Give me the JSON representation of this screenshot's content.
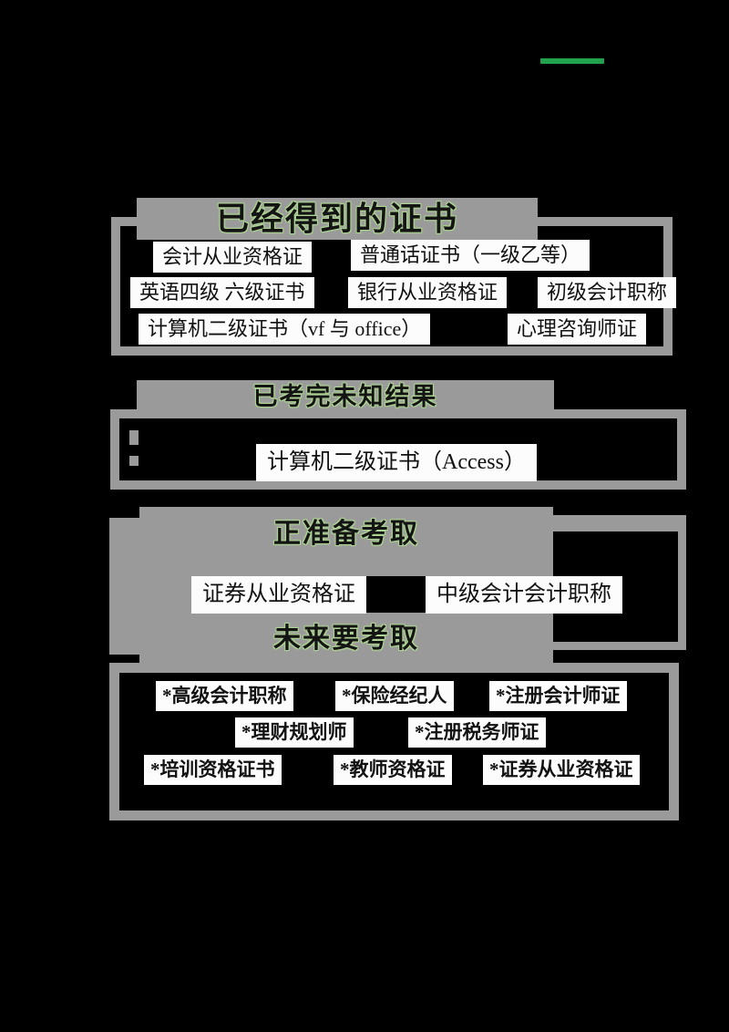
{
  "colors": {
    "background": "#000000",
    "panel_gray": "#9a9a9a",
    "label_background": "#fcfcfc",
    "label_text": "#111111",
    "title_text": "#141414",
    "title_glow": "#aed494",
    "accent_green": "#22a24c"
  },
  "sections": [
    {
      "id": "obtained",
      "title": "已经得到的证书",
      "labels": [
        "会计从业资格证",
        "普通话证书（一级乙等）",
        "英语四级 六级证书",
        "银行从业资格证",
        "初级会计职称",
        "计算机二级证书（vf 与 office）",
        "心理咨询师证"
      ]
    },
    {
      "id": "finished-awaiting-result",
      "title": "已考完未知结果",
      "labels": [
        "计算机二级证书（Access）"
      ]
    },
    {
      "id": "preparing",
      "title": "正准备考取",
      "labels": [
        "证券从业资格证",
        "中级会计会计职称"
      ]
    },
    {
      "id": "future",
      "title": "未来要考取",
      "labels": [
        "*高级会计职称",
        "*保险经纪人",
        "*注册会计师证",
        "*理财规划师",
        "*注册税务师证",
        "*培训资格证书",
        "*教师资格证",
        "*证券从业资格证"
      ]
    }
  ]
}
